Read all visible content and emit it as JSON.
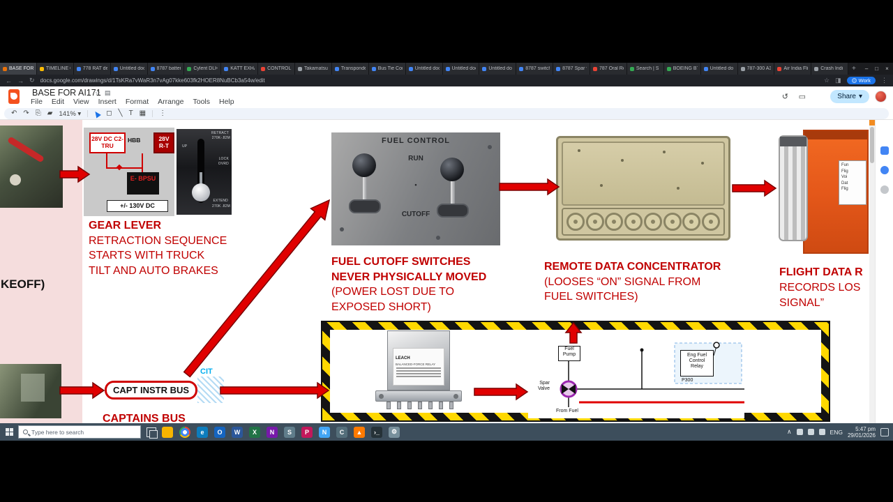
{
  "browser": {
    "url": "docs.google.com/drawings/d/1TsKRa7vWaR3n7vAg07kke603fk2HOER8NuBCb3a54w/edit",
    "profile": "Work",
    "tabs": [
      {
        "label": "BASE FOR A",
        "color": "#e8710a",
        "active": true
      },
      {
        "label": "TIMELINE O",
        "color": "#fbbc04",
        "active": false
      },
      {
        "label": "778 RAT dep",
        "color": "#4285f4",
        "active": false
      },
      {
        "label": "Untitled doc",
        "color": "#4285f4",
        "active": false
      },
      {
        "label": "8787 batter",
        "color": "#4285f4",
        "active": false
      },
      {
        "label": "Cylent DLH",
        "color": "#34a853",
        "active": false
      },
      {
        "label": "KATT EXHA",
        "color": "#4285f4",
        "active": false
      },
      {
        "label": "CONTROL C",
        "color": "#ea4335",
        "active": false
      },
      {
        "label": "Takamatsu",
        "color": "#9aa0a6",
        "active": false
      },
      {
        "label": "Transponde",
        "color": "#4285f4",
        "active": false
      },
      {
        "label": "Bus Tie Con",
        "color": "#4285f4",
        "active": false
      },
      {
        "label": "Untitled doc",
        "color": "#4285f4",
        "active": false
      },
      {
        "label": "Untitled doc",
        "color": "#4285f4",
        "active": false
      },
      {
        "label": "Untitled do",
        "color": "#4285f4",
        "active": false
      },
      {
        "label": "8787 switch",
        "color": "#4285f4",
        "active": false
      },
      {
        "label": "8787 Spar v",
        "color": "#4285f4",
        "active": false
      },
      {
        "label": "787 Oral Re",
        "color": "#ea4335",
        "active": false
      },
      {
        "label": "Search | S",
        "color": "#34a853",
        "active": false
      },
      {
        "label": "BOEING B7",
        "color": "#34a853",
        "active": false
      },
      {
        "label": "Untitled do",
        "color": "#4285f4",
        "active": false
      },
      {
        "label": "787-300 A3",
        "color": "#9aa0a6",
        "active": false
      },
      {
        "label": "Air India Fli",
        "color": "#ea4335",
        "active": false
      },
      {
        "label": "Crash Indi",
        "color": "#9aa0a6",
        "active": false
      }
    ]
  },
  "app": {
    "title": "BASE FOR AI171",
    "menus": [
      "File",
      "Edit",
      "View",
      "Insert",
      "Format",
      "Arrange",
      "Tools",
      "Help"
    ],
    "zoom": "141%",
    "share": "Share"
  },
  "drawing": {
    "takeoff": "KEOFF)",
    "electrical": {
      "tru": "28V DC C2-TRU",
      "hbb": "HBB",
      "rt": "28V R-T",
      "bpsu": "E- BPSU",
      "dc": "+/- 130V DC"
    },
    "gear_panel": {
      "retract": "RETRACT",
      "retract_val": "270K-.82M",
      "up": "UP",
      "lock1": "LOCK",
      "lock2": "OVRD",
      "extend": "EXTEND",
      "extend_val": "270K .82M"
    },
    "gear_caption": {
      "title": "GEAR LEVER",
      "l1": "RETRACTION SEQUENCE",
      "l2": "STARTS WITH TRUCK",
      "l3": "TILT AND AUTO BRAKES"
    },
    "fuel_panel": {
      "title": "FUEL CONTROL",
      "run": "RUN",
      "cutoff": "CUTOFF"
    },
    "fuel_caption": {
      "t1": "FUEL CUTOFF SWITCHES",
      "t2": "NEVER PHYSICALLY MOVED",
      "l1": "(POWER LOST DUE TO",
      "l2": "EXPOSED SHORT)"
    },
    "rdc_caption": {
      "title": "REMOTE DATA CONCENTRATOR",
      "l1": "(LOOSES “ON” SIGNAL FROM",
      "l2": "FUEL SWITCHES)"
    },
    "fdr_caption": {
      "t1": "FLIGHT DATA R",
      "l1": "RECORDS LOS",
      "l2": "SIGNAL”"
    },
    "fdr_label": [
      "Fun",
      "Flig",
      "Voi",
      "Dat",
      "Flig"
    ],
    "bus": {
      "box": "CAPT INSTR BUS",
      "cit": "CIT",
      "caption": "CAPTAINS BUS"
    },
    "relay": {
      "brand": "LEACH",
      "line1": "BALANCED-FORCE RELAY"
    },
    "fuel_diagram": {
      "pump1": "Fuel",
      "pump2": "Pump",
      "valve1": "Spar",
      "valve2": "Valve",
      "from": "From Fuel",
      "relay1": "Eng Fuel",
      "relay2": "Control",
      "relay3": "Relay",
      "p300": "P300"
    }
  },
  "taskbar": {
    "search": "Type here to search",
    "lang": "ENG",
    "time": "5:47 pm",
    "date": "29/01/2026",
    "apps": [
      {
        "name": "file-explorer",
        "color": "#f8b500",
        "glyph": ""
      },
      {
        "name": "chrome",
        "color": "chrome",
        "glyph": ""
      },
      {
        "name": "edge",
        "color": "#0d7dbd",
        "glyph": "e"
      },
      {
        "name": "outlook",
        "color": "#1565c0",
        "glyph": "O"
      },
      {
        "name": "word",
        "color": "#2b579a",
        "glyph": "W"
      },
      {
        "name": "excel",
        "color": "#217346",
        "glyph": "X"
      },
      {
        "name": "onenote",
        "color": "#7719aa",
        "glyph": "N"
      },
      {
        "name": "snip",
        "color": "#607d8b",
        "glyph": "S"
      },
      {
        "name": "paint",
        "color": "#c2185b",
        "glyph": "P"
      },
      {
        "name": "notepad",
        "color": "#42a5f5",
        "glyph": "N"
      },
      {
        "name": "calculator",
        "color": "#546e7a",
        "glyph": "C"
      },
      {
        "name": "media-player",
        "color": "#ff7a00",
        "glyph": "▲"
      },
      {
        "name": "terminal",
        "color": "#263238",
        "glyph": "›_"
      },
      {
        "name": "settings",
        "color": "#78909c",
        "glyph": "⚙"
      }
    ]
  }
}
